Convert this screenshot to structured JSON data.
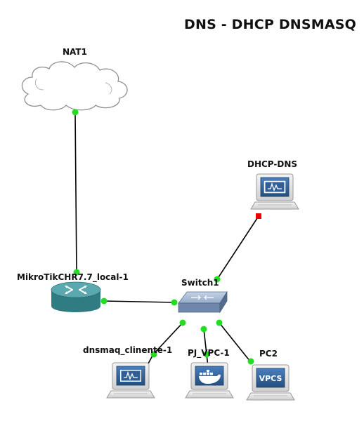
{
  "title": "DNS - DHCP DNSMASQ",
  "nodes": {
    "nat": {
      "label": "NAT1",
      "icon": "cloud-icon"
    },
    "router": {
      "label": "MikroTikCHR7.7_local-1",
      "icon": "router-icon"
    },
    "switch": {
      "label": "Switch1",
      "icon": "switch-icon"
    },
    "dhcp_dns": {
      "label": "DHCP-DNS",
      "icon": "terminal-laptop-icon"
    },
    "client1": {
      "label": "dnsmaq_clinente-1",
      "icon": "terminal-laptop-icon"
    },
    "pj_vpc": {
      "label": "PJ_VPC-1",
      "icon": "docker-laptop-icon"
    },
    "pc2": {
      "label": "PC2",
      "icon": "vpcs-laptop-icon",
      "screen_text": "VPCS"
    }
  },
  "colors": {
    "link": "#000000",
    "port_up": "#22dd22",
    "port_down": "#ee0000",
    "router_top": "#5aa9ae",
    "router_side": "#2f7c83",
    "switch_face": "#7e97b8",
    "screen": "#2f5f96"
  }
}
